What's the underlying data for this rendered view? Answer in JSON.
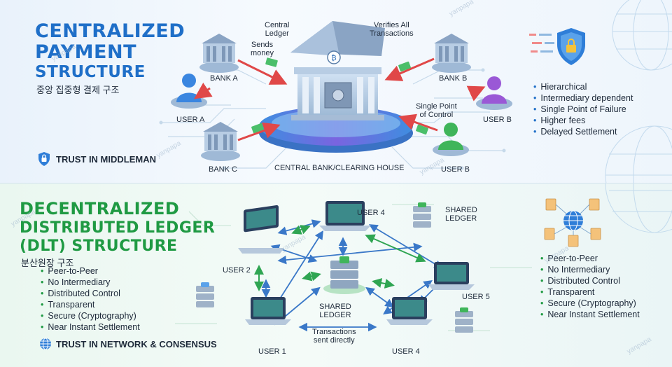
{
  "centralized": {
    "title_line1": "CENTRALIZED",
    "title_line2": "PAYMENT",
    "title_line3": "STRUCTURE",
    "subtitle_ko": "중앙 집중형 결제 구조",
    "trust_label": "TRUST IN MIDDLEMAN",
    "nodes": {
      "bank_a": "BANK A",
      "bank_b": "BANK B",
      "bank_c": "BANK C",
      "user_a": "USER A",
      "user_b_top": "USER B",
      "user_b_bottom": "USER B",
      "central": "CENTRAL BANK/CLEARING HOUSE"
    },
    "callouts": {
      "central_ledger": "Central\nLedger",
      "verifies": "Verifies All\nTransactions",
      "sends_money": "Sends\nmoney",
      "single_point": "Single Point\nof Control"
    },
    "bullets": [
      "Hierarchical",
      "Intermediary dependent",
      "Single Point of Failure",
      "Higher fees",
      "Delayed Settlement"
    ]
  },
  "decentralized": {
    "title_line1": "DECENTRALIZED",
    "title_line2": "DISTRIBUTED LEDGER",
    "title_line3": "(DLT) STRUCTURE",
    "subtitle_ko": "분산원장 구조",
    "trust_label": "TRUST IN NETWORK & CONSENSUS",
    "left_bullets": [
      "Peer-to-Peer",
      "No Intermediary",
      "Distributed Control",
      "Transparent",
      "Secure (Cryptography)",
      "Near Instant Settlement"
    ],
    "right_bullets": [
      "Peer-to-Peer",
      "No Intermediary",
      "Distributed Control",
      "Transparent",
      "Secure (Cryptography)",
      "Near Instant Settlement"
    ],
    "nodes": {
      "user_1": "USER 1",
      "user_2": "USER 2",
      "user_4_top": "USER 4",
      "user_4_bottom": "USER 4",
      "user_5": "USER 5",
      "shared_ledger_center": "SHARED\nLEDGER",
      "shared_ledger_top": "SHARED\nLEDGER"
    },
    "transactions_label": "Transactions\nsent directly"
  },
  "watermark": "yanpapa",
  "colors": {
    "blue_title": "#1f6fc8",
    "green_title": "#1f9a43",
    "arrow_red": "#e04848",
    "arrow_blue": "#3a78c8",
    "arrow_green": "#2fa552"
  }
}
